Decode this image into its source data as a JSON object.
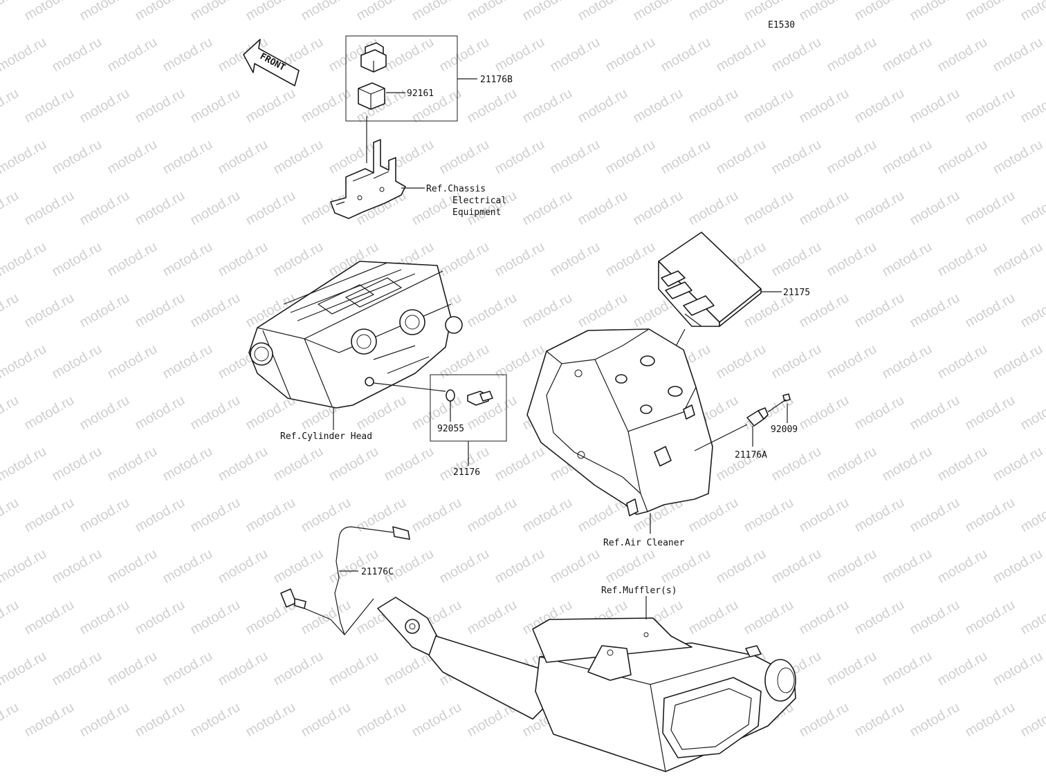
{
  "diagram_code": "E1530",
  "watermark": "motod.ru",
  "front_arrow_label": "FRONT",
  "parts": {
    "p21176B": "21176B",
    "p92161": "92161",
    "p21175": "21175",
    "p92055": "92055",
    "p21176": "21176",
    "p92009": "92009",
    "p21176A": "21176A",
    "p21176C": "21176C"
  },
  "refs": {
    "chassis_1": "Ref.Chassis",
    "chassis_2": "Electrical",
    "chassis_3": "Equipment",
    "cylinder_head": "Ref.Cylinder Head",
    "air_cleaner": "Ref.Air Cleaner",
    "muffler": "Ref.Muffler(s)"
  },
  "colors": {
    "line": "#1a1a1a",
    "watermark": "#cfcfcf",
    "background": "#ffffff"
  }
}
